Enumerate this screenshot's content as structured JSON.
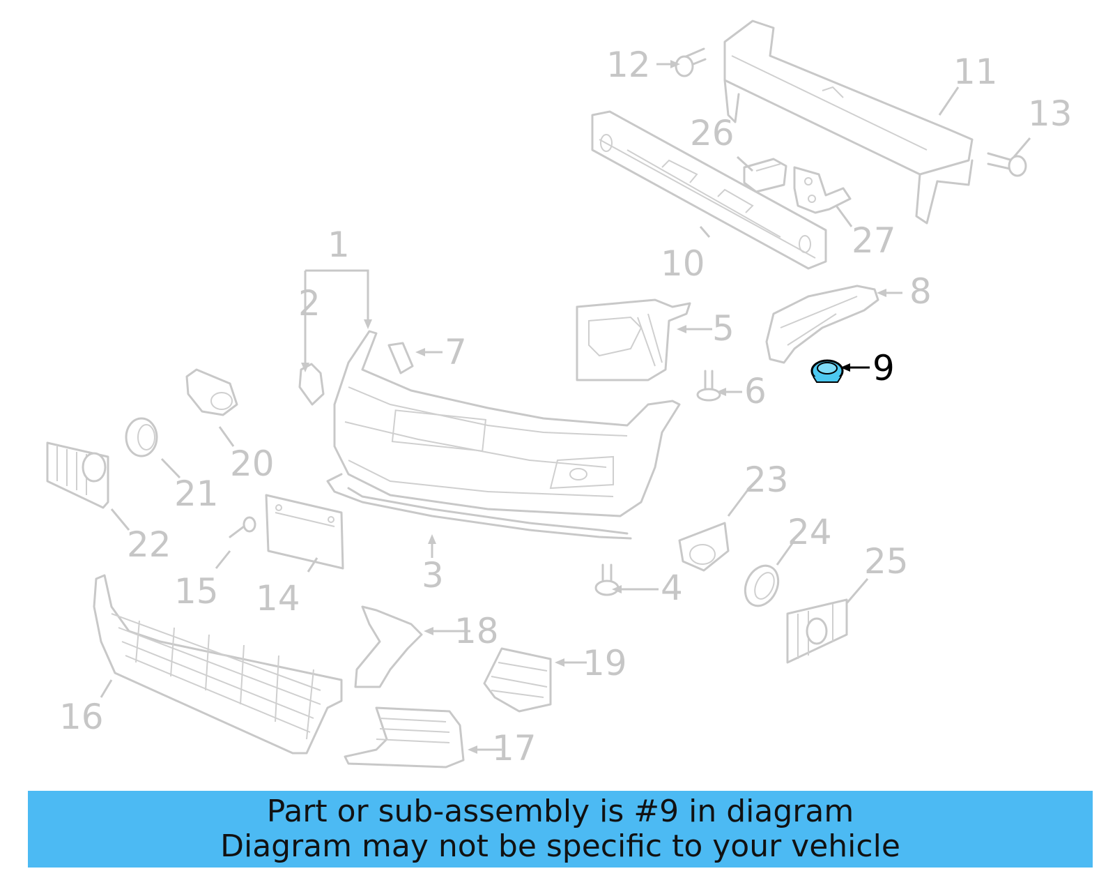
{
  "diagram": {
    "callouts": [
      {
        "id": "1",
        "text": "1"
      },
      {
        "id": "2",
        "text": "2"
      },
      {
        "id": "3",
        "text": "3"
      },
      {
        "id": "4",
        "text": "4"
      },
      {
        "id": "5",
        "text": "5"
      },
      {
        "id": "6",
        "text": "6"
      },
      {
        "id": "7",
        "text": "7"
      },
      {
        "id": "8",
        "text": "8"
      },
      {
        "id": "9",
        "text": "9"
      },
      {
        "id": "10",
        "text": "10"
      },
      {
        "id": "11",
        "text": "11"
      },
      {
        "id": "12",
        "text": "12"
      },
      {
        "id": "13",
        "text": "13"
      },
      {
        "id": "14",
        "text": "14"
      },
      {
        "id": "15",
        "text": "15"
      },
      {
        "id": "16",
        "text": "16"
      },
      {
        "id": "17",
        "text": "17"
      },
      {
        "id": "18",
        "text": "18"
      },
      {
        "id": "19",
        "text": "19"
      },
      {
        "id": "20",
        "text": "20"
      },
      {
        "id": "21",
        "text": "21"
      },
      {
        "id": "22",
        "text": "22"
      },
      {
        "id": "23",
        "text": "23"
      },
      {
        "id": "24",
        "text": "24"
      },
      {
        "id": "25",
        "text": "25"
      },
      {
        "id": "26",
        "text": "26"
      },
      {
        "id": "27",
        "text": "27"
      }
    ],
    "highlighted_part": "9",
    "highlight_color": "#4cc8f0",
    "line_color": "#c8c8c8"
  },
  "banner": {
    "line1": "Part or sub-assembly is #9 in diagram",
    "line2": "Diagram may not be specific to your vehicle",
    "background": "#4cbaf3"
  }
}
